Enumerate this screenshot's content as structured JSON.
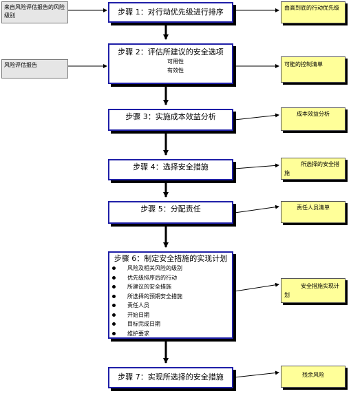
{
  "inputs": {
    "risk_level": "来自风险评估报告的风险级别",
    "risk_report": "风险评估报告"
  },
  "steps": {
    "s1": "步骤 1：对行动优先级进行排序",
    "s2": "步骤 2：评估所建议的安全选项",
    "s2_sub1": "可用性",
    "s2_sub2": "有效性",
    "s3": "步骤 3：实施成本效益分析",
    "s4": "步骤 4：选择安全措施",
    "s5": "步骤 5：分配责任",
    "s6": "步骤 6：制定安全措施的实现计划",
    "s6_items": [
      "风险及相关风险的级别",
      "优先级排序后的行动",
      "所建议的安全措施",
      "所选择的预期安全措施",
      "责任人员",
      "开始日期",
      "目标完成日期",
      "维护要求"
    ],
    "s7": "步骤 7：实现所选择的安全措施"
  },
  "outputs": {
    "o1": "由高到底的行动优先级",
    "o2": "可能的控制清单",
    "o3": "成本效益分析",
    "o4": "所选择的安全措施",
    "o5": "责任人员清单",
    "o6": "安全措施实现计划",
    "o7": "残余风险"
  }
}
